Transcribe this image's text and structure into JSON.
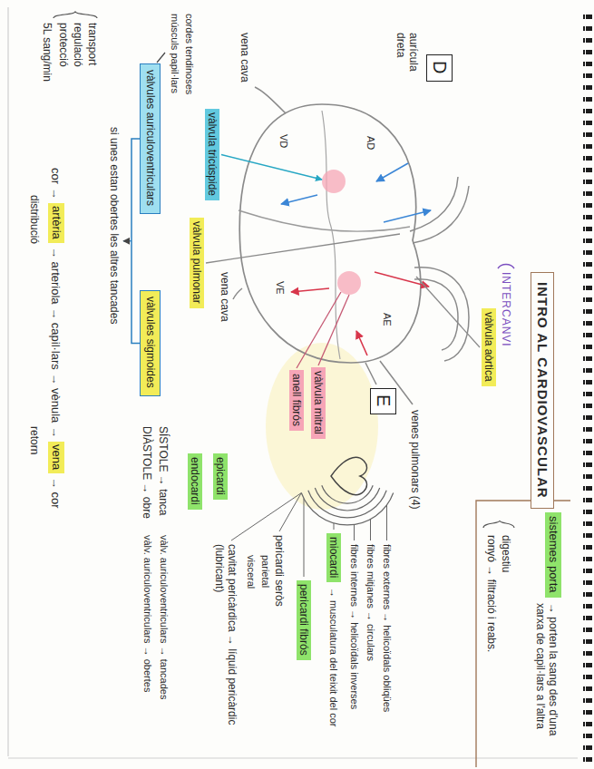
{
  "diagram": {
    "title": "INTRO AL CARDIOVASCULAR",
    "nodes": [
      {
        "text": [
          "sistemes porta"
        ]
      },
      {
        "text": [
          "D"
        ]
      },
      {
        "text": [
          "vàlvula aòrtica"
        ]
      },
      {
        "text": [
          "E"
        ]
      },
      {
        "text": [
          "miocardi"
        ]
      },
      {
        "text": [
          "pericardi fibrós"
        ]
      },
      {
        "text": [
          "vàlvula mitral"
        ]
      },
      {
        "text": [
          "anell fibrós"
        ]
      },
      {
        "text": [
          "epicardi"
        ]
      },
      {
        "text": [
          "vàlvula tricúspide"
        ]
      },
      {
        "text": [
          "endocardi"
        ]
      },
      {
        "text": [
          "vàlvula pulmonar"
        ]
      },
      {
        "text": [
          "vàlvules auriculoventriculars"
        ]
      },
      {
        "text": [
          "vàlvules sigmoides"
        ]
      },
      {
        "text": [
          "artèria"
        ]
      },
      {
        "text": [
          "vena"
        ]
      }
    ],
    "edges": [
      {
        "from": 12,
        "to": 13,
        "arrow": "none"
      }
    ],
    "labels": [
      "INTERCANVI",
      "→ porten la sang des d'una xarxa de capil·lars a l'altra",
      "digestiu",
      "ronyó → filtració i reabs.",
      "aurícula dreta",
      "venes pulmonars (4)",
      "AD",
      "AE",
      "VD",
      "VE",
      "vena cava",
      "vena cava",
      "cordes tendinoses",
      "músculs papil·lars",
      "si unes estan obertes les altres tancades",
      "transport",
      "regulació",
      "protecció",
      "5L sang/min",
      "cor →",
      "→ arteriola → capil·lars → vènula →",
      "→ cor",
      "distribució",
      "retorn",
      "fibres externes → helicoïdals obliqües",
      "fibres mitjanes → circulars",
      "fibres internes → helicoïdals inverses",
      "→ musculatura del teixit del cor",
      "pericardi seròs",
      "parietal",
      "visceral",
      "cavitat pericàrdica → líquid pericàrdic (lubricant)",
      "SÍSTOLE → tanca",
      "DIÀSTOLE → obre",
      "vàlv. auriculoventriculars → tancades",
      "vàlv. auriculoventriculars → obertes"
    ]
  }
}
